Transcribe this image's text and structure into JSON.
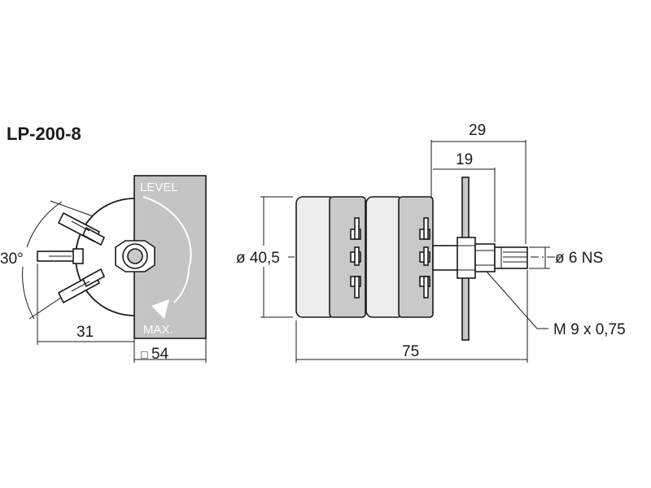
{
  "title": "LP-200-8",
  "front_view": {
    "panel_top_label": "LEVEL",
    "panel_bottom_label": "MAX.",
    "angle": "30°",
    "width": "31",
    "square_symbol": "□",
    "square_size": "54"
  },
  "side_view": {
    "diameter": "ø 40,5",
    "length_total": "75",
    "length_29": "29",
    "length_19": "19",
    "shaft": "ø 6 NS",
    "thread": "M 9 x 0,75"
  },
  "colors": {
    "line": "#1a1a1a",
    "body": "#ededed",
    "panel": "#c4c4c4"
  }
}
